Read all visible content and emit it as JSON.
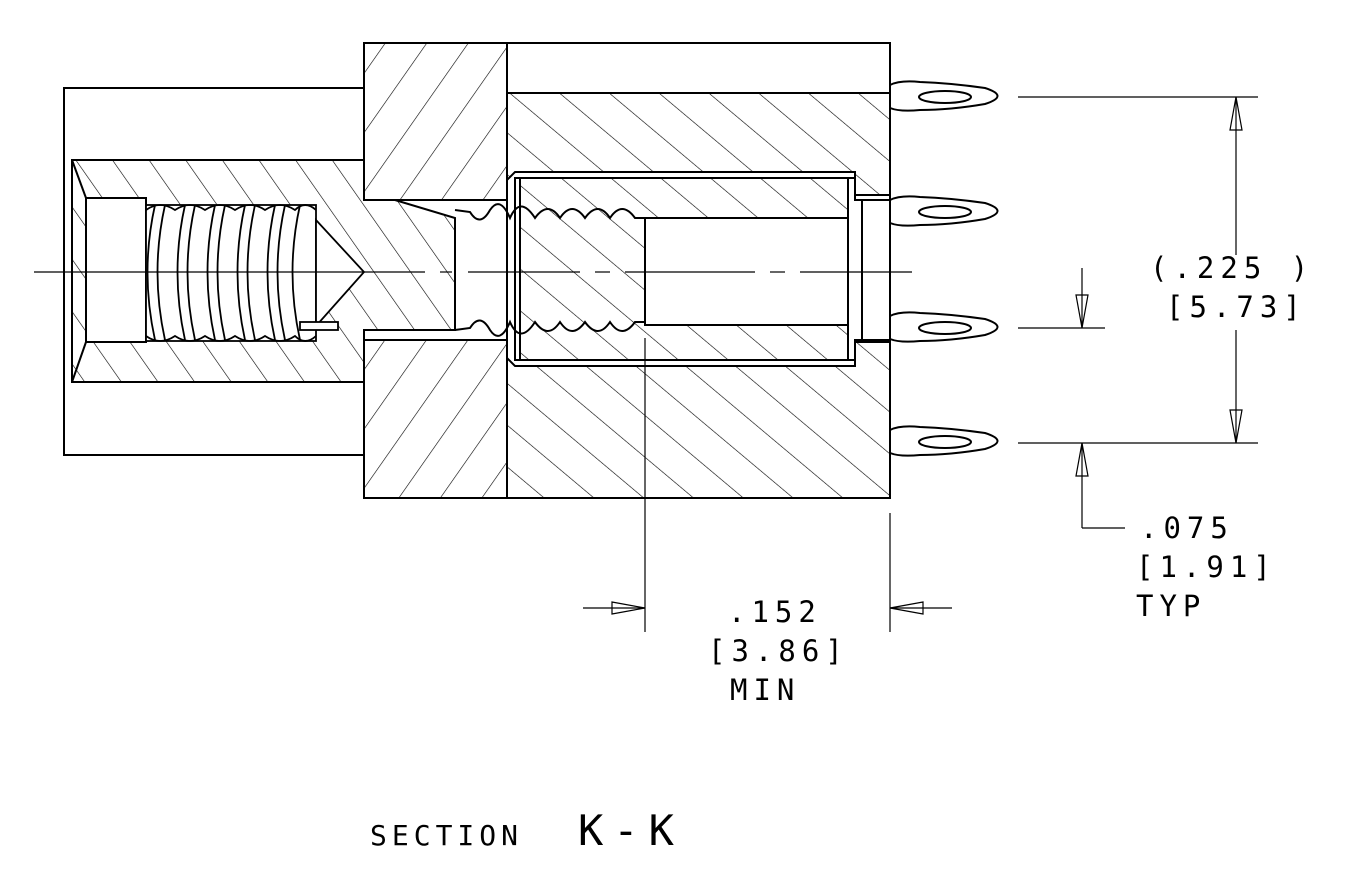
{
  "drawing": {
    "section_word": "SECTION",
    "section_id": "K-K",
    "colors": {
      "line": "#000000",
      "background": "#ffffff"
    }
  },
  "dimensions": {
    "pitch": {
      "inch": "(.225   )",
      "mm": "[5.73]"
    },
    "pin_spacing": {
      "inch": ".075",
      "mm": "[1.91]",
      "note": "TYP"
    },
    "thread_depth": {
      "inch": ".152",
      "mm": "[3.86]",
      "note": "MIN"
    }
  }
}
